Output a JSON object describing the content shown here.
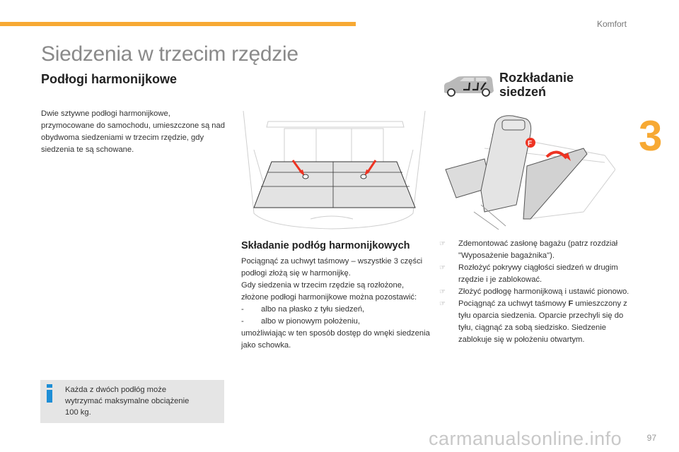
{
  "header": {
    "section_name": "Komfort",
    "accent_color": "#f7a933",
    "chapter_number": "3"
  },
  "page_title": "Siedzenia w trzecim rzędzie",
  "left": {
    "heading": "Podłogi harmonijkowe",
    "intro": "Dwie sztywne podłogi harmonijkowe, przymocowane do samochodu, umieszczone są nad obydwoma siedzeniami w trzecim rzędzie, gdy siedzenia te są schowane."
  },
  "middle": {
    "heading": "Składanie podłóg harmonijkowych",
    "para1": "Pociągnąć za uchwyt taśmowy – wszystkie 3 części podłogi złożą się w harmonijkę.",
    "para2": "Gdy siedzenia w trzecim rzędzie są rozłożone, złożone podłogi harmonijkowe można pozostawić:",
    "options": [
      {
        "dash": "-",
        "text": "albo na płasko z tyłu siedzeń,"
      },
      {
        "dash": "-",
        "text": "albo w pionowym położeniu,"
      }
    ],
    "para3": "umożliwiając w ten sposób dostęp do wnęki siedzenia jako schowka."
  },
  "right": {
    "heading_line1": "Rozkładanie",
    "heading_line2": "siedzeń",
    "figure_label": "F",
    "steps": [
      {
        "bullet": "☞",
        "text": "Zdemontować zasłonę bagażu (patrz rozdział \"Wyposażenie bagażnika\")."
      },
      {
        "bullet": "☞",
        "text": "Rozłożyć pokrywy ciągłości siedzeń w drugim rzędzie i je zablokować."
      },
      {
        "bullet": "☞",
        "text": "Złożyć podłogę harmonijkową i ustawić pionowo."
      },
      {
        "bullet": "☞",
        "text_before": "Pociągnąć za uchwyt taśmowy ",
        "bold": "F",
        "text_after": " umieszczony z tyłu oparcia siedzenia. Oparcie przechyli się do tyłu, ciągnąć za sobą siedzisko. Siedzenie zablokuje się w położeniu otwartym."
      }
    ]
  },
  "info": {
    "icon": "info-icon",
    "text_line1": "Każda z dwóch podłóg może",
    "text_line2": "wytrzymać maksymalne obciążenie",
    "text_line3": "100 kg.",
    "icon_color": "#1e8ed6"
  },
  "footer": {
    "page_number": "97",
    "watermark": "carmanualsonline.info"
  }
}
